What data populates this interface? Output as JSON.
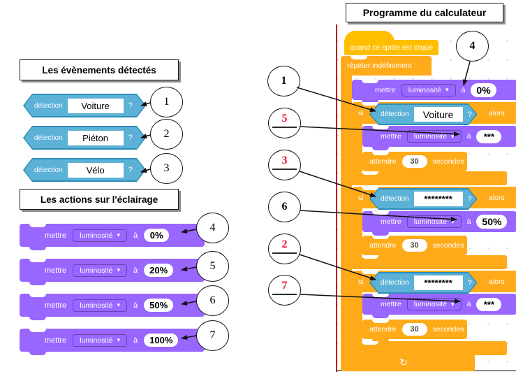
{
  "titles": {
    "events": "Les évènements détectés",
    "actions": "Les actions sur l'éclairage",
    "program": "Programme du calculateur"
  },
  "detection_blocks": [
    {
      "keyword": "détection",
      "value": "Voiture",
      "question": "?",
      "callout": "1"
    },
    {
      "keyword": "détection",
      "value": "Piéton",
      "question": "?",
      "callout": "2"
    },
    {
      "keyword": "détection",
      "value": "Vélo",
      "question": "?",
      "callout": "3"
    }
  ],
  "action_blocks": [
    {
      "verb": "mettre",
      "variable": "luminosité",
      "prep": "à",
      "value": "0%",
      "callout": "4"
    },
    {
      "verb": "mettre",
      "variable": "luminosité",
      "prep": "à",
      "value": "20%",
      "callout": "5"
    },
    {
      "verb": "mettre",
      "variable": "luminosité",
      "prep": "à",
      "value": "50%",
      "callout": "6"
    },
    {
      "verb": "mettre",
      "variable": "luminosité",
      "prep": "à",
      "value": "100%",
      "callout": "7"
    }
  ],
  "program": {
    "hat_label": "quand ce sprite est cliqué",
    "repeat_label": "répéter indéfiniment",
    "set_block": {
      "verb": "mettre",
      "variable": "luminosité",
      "prep": "à",
      "value": "0%"
    },
    "branches": [
      {
        "si": "si",
        "keyword": "détection",
        "condition": "Voiture",
        "question": "?",
        "alors": "alors",
        "set": {
          "verb": "mettre",
          "variable": "luminosité",
          "prep": "à",
          "value": "***"
        },
        "wait": {
          "label": "attendre",
          "value": "30",
          "unit": "secondes"
        }
      },
      {
        "si": "si",
        "keyword": "détection",
        "condition": "********",
        "question": "?",
        "alors": "alors",
        "set": {
          "verb": "mettre",
          "variable": "luminosité",
          "prep": "à",
          "value": "50%"
        },
        "wait": {
          "label": "attendre",
          "value": "30",
          "unit": "secondes"
        }
      },
      {
        "si": "si",
        "keyword": "détection",
        "condition": "********",
        "question": "?",
        "alors": "alors",
        "set": {
          "verb": "mettre",
          "variable": "luminosité",
          "prep": "à",
          "value": "***"
        },
        "wait": {
          "label": "attendre",
          "value": "30",
          "unit": "secondes"
        }
      }
    ]
  },
  "callouts_middle": [
    {
      "label": "1",
      "answer": false
    },
    {
      "label": "5",
      "answer": true
    },
    {
      "label": "3",
      "answer": true
    },
    {
      "label": "6",
      "answer": false
    },
    {
      "label": "2",
      "answer": true
    },
    {
      "label": "7",
      "answer": true
    }
  ],
  "callout_top_right": {
    "label": "4",
    "answer": false
  },
  "icons": {
    "dropdown_arrow": "▾",
    "loop_arrow": "↻"
  },
  "colors": {
    "control_orange": "#FFAB19",
    "events_yellow": "#FFBF00",
    "looks_purple": "#9966FF",
    "sensing_blue": "#5CB1D6",
    "sensing_border": "#2E8EB8",
    "answer_red": "#E8112D",
    "frame_red": "#C00000"
  }
}
